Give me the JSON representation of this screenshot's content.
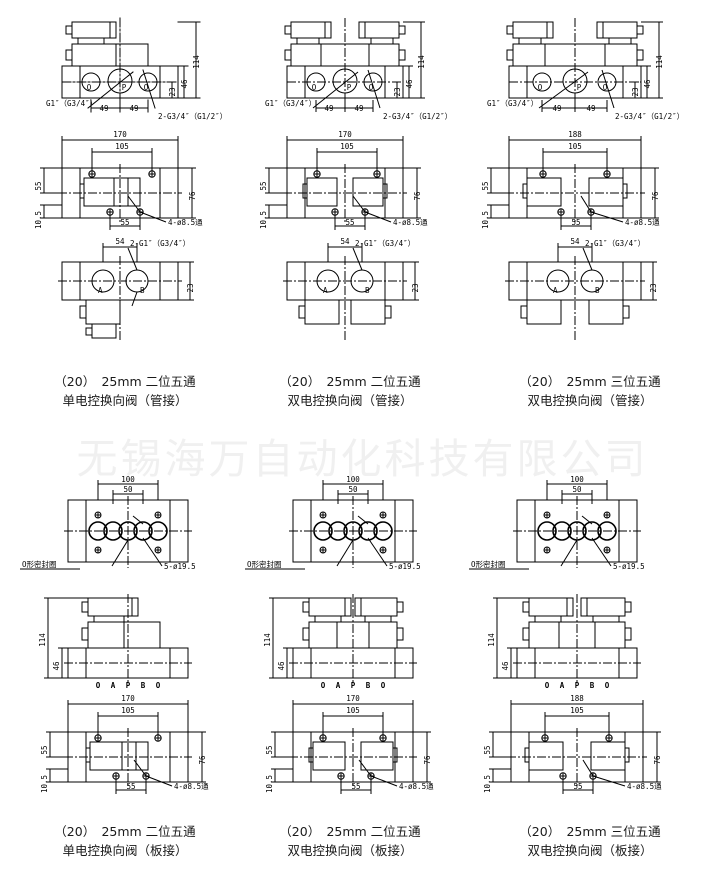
{
  "watermark": "无锡海万自动化科技有限公司",
  "labels": {
    "dim_170": "170",
    "dim_188": "188",
    "dim_105": "105",
    "dim_114": "114",
    "dim_100": "100",
    "dim_76": "76",
    "dim_55": "55",
    "dim_54": "54",
    "dim_50": "50",
    "dim_49": "49",
    "dim_46": "46",
    "dim_23": "23",
    "dim_10_5": "10.5",
    "thread_G1": "G1″（G3/4″）",
    "thread_2G3": "2-G3/4″（G1/2″）",
    "thread_2G1": "2-G1″（G3/4″）",
    "hole_4": "4-ø8.5通",
    "hole_5": "5-ø19.5",
    "oring": "O形密封圈",
    "port_O": "O",
    "port_P": "P",
    "port_A": "A",
    "port_B": "B",
    "ports_row": [
      "O",
      "A",
      "P",
      "B",
      "O"
    ]
  },
  "panels": [
    {
      "id": "top-left",
      "width_main": "170",
      "caption_line1": "（20）　25mm 二位五通",
      "caption_line2": "单电控换向阀（管接）",
      "solenoid": "single",
      "mount": "pipe",
      "positions": "2",
      "ways": "5"
    },
    {
      "id": "top-mid",
      "width_main": "170",
      "caption_line1": "（20）　25mm 二位五通",
      "caption_line2": "双电控换向阀（管接）",
      "solenoid": "double",
      "mount": "pipe",
      "positions": "2",
      "ways": "5"
    },
    {
      "id": "top-right",
      "width_main": "188",
      "caption_line1": "（20）　25mm 三位五通",
      "caption_line2": "双电控换向阀（管接）",
      "solenoid": "double",
      "mount": "pipe",
      "positions": "3",
      "ways": "5"
    },
    {
      "id": "bot-left",
      "width_main": "170",
      "caption_line1": "（20）　25mm 二位五通",
      "caption_line2": "单电控换向阀（板接）",
      "solenoid": "single",
      "mount": "plate",
      "positions": "2",
      "ways": "5"
    },
    {
      "id": "bot-mid",
      "width_main": "170",
      "caption_line1": "（20）　25mm 二位五通",
      "caption_line2": "双电控换向阀（板接）",
      "solenoid": "double",
      "mount": "plate",
      "positions": "2",
      "ways": "5"
    },
    {
      "id": "bot-right",
      "width_main": "188",
      "caption_line1": "（20）　25mm 三位五通",
      "caption_line2": "双电控换向阀（板接）",
      "solenoid": "double",
      "mount": "plate",
      "positions": "3",
      "ways": "5"
    }
  ]
}
